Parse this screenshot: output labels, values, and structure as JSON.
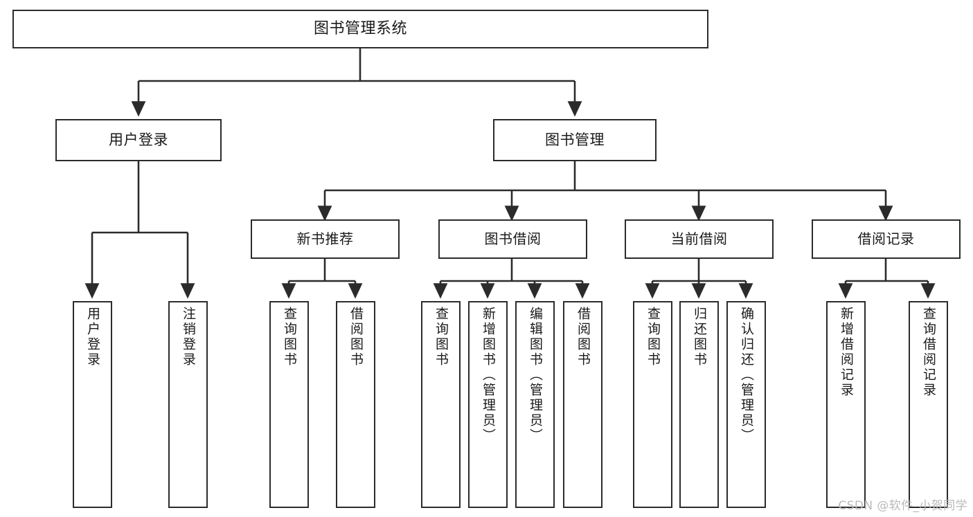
{
  "diagram": {
    "title": "图书管理系统",
    "watermark": "CSDN @软件_小贺同学",
    "line_color": "#2b2b2b",
    "box_fill": "#ffffff",
    "text_color": "#1a1a1a",
    "watermark_color": "#b9b9b9",
    "type": "tree-hierarchy",
    "levels": 4
  },
  "nodes": {
    "root": {
      "label": "图书管理系统"
    },
    "level2": [
      {
        "id": "user-login",
        "label": "用户登录"
      },
      {
        "id": "book-manage",
        "label": "图书管理"
      }
    ],
    "level3": [
      {
        "id": "new-book-recommend",
        "label": "新书推荐"
      },
      {
        "id": "book-borrow",
        "label": "图书借阅"
      },
      {
        "id": "current-borrow",
        "label": "当前借阅"
      },
      {
        "id": "borrow-record",
        "label": "借阅记录"
      }
    ],
    "leaves": {
      "user_login": [
        {
          "id": "leaf-user-login",
          "label": "用户登录"
        },
        {
          "id": "leaf-logout-login",
          "label": "注销登录"
        }
      ],
      "new_book_recommend": [
        {
          "id": "leaf-query-book-1",
          "label": "查询图书"
        },
        {
          "id": "leaf-borrow-book-1",
          "label": "借阅图书"
        }
      ],
      "book_borrow": [
        {
          "id": "leaf-query-book-2",
          "label": "查询图书"
        },
        {
          "id": "leaf-add-book",
          "label": "新增图书（管理员）"
        },
        {
          "id": "leaf-edit-book",
          "label": "编辑图书（管理员）"
        },
        {
          "id": "leaf-borrow-book-2",
          "label": "借阅图书"
        }
      ],
      "current_borrow": [
        {
          "id": "leaf-query-book-3",
          "label": "查询图书"
        },
        {
          "id": "leaf-return-book",
          "label": "归还图书"
        },
        {
          "id": "leaf-confirm-return",
          "label": "确认归还（管理员）"
        }
      ],
      "borrow_record": [
        {
          "id": "leaf-add-record",
          "label": "新增借阅记录"
        },
        {
          "id": "leaf-query-record",
          "label": "查询借阅记录"
        }
      ]
    }
  }
}
